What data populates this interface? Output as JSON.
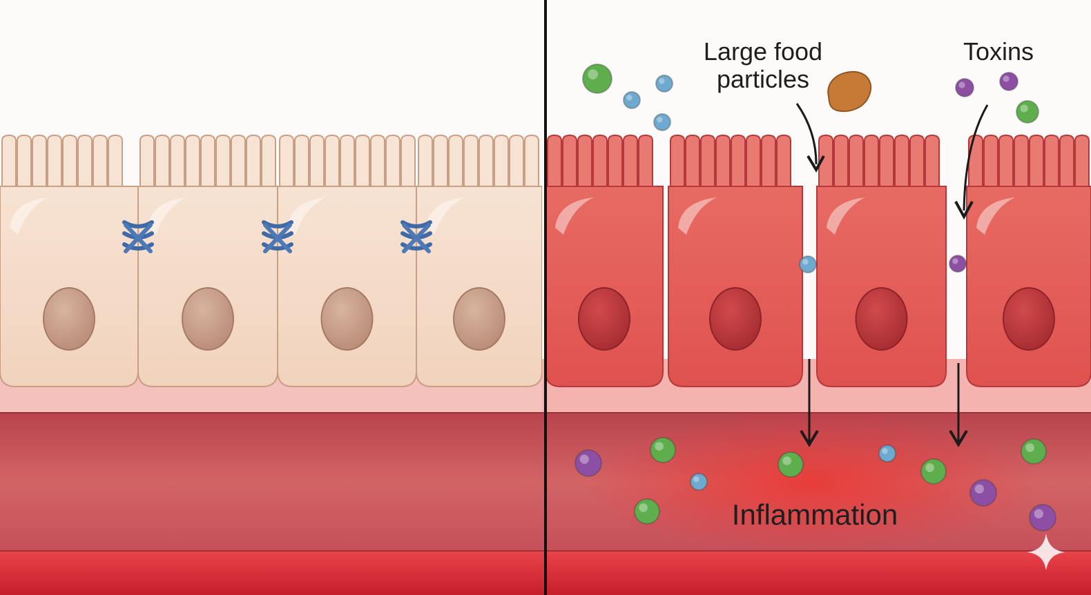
{
  "labels": {
    "large_food_line1": "Large food",
    "large_food_line2": "particles",
    "toxins": "Toxins",
    "inflammation": "Inflammation"
  },
  "colors": {
    "healthy_cell_fill": "#f3d7c2",
    "healthy_cell_stroke": "#c99f86",
    "healthy_nucleus": "#c8a08a",
    "leaky_cell_fill": "#e45f5a",
    "leaky_cell_stroke": "#b5393a",
    "leaky_nucleus": "#c03a3c",
    "blood_vessel": "#c9505a",
    "tight_junction": "#4d7ab7",
    "particle_green": "#5fae4e",
    "particle_blue": "#6ea9cf",
    "particle_purple": "#8d4fa3",
    "particle_brown": "#c77a35",
    "divider": "#111111"
  },
  "icons": {
    "tight_junction": "tight-junction-icon",
    "sparkle": "sparkle-icon"
  }
}
